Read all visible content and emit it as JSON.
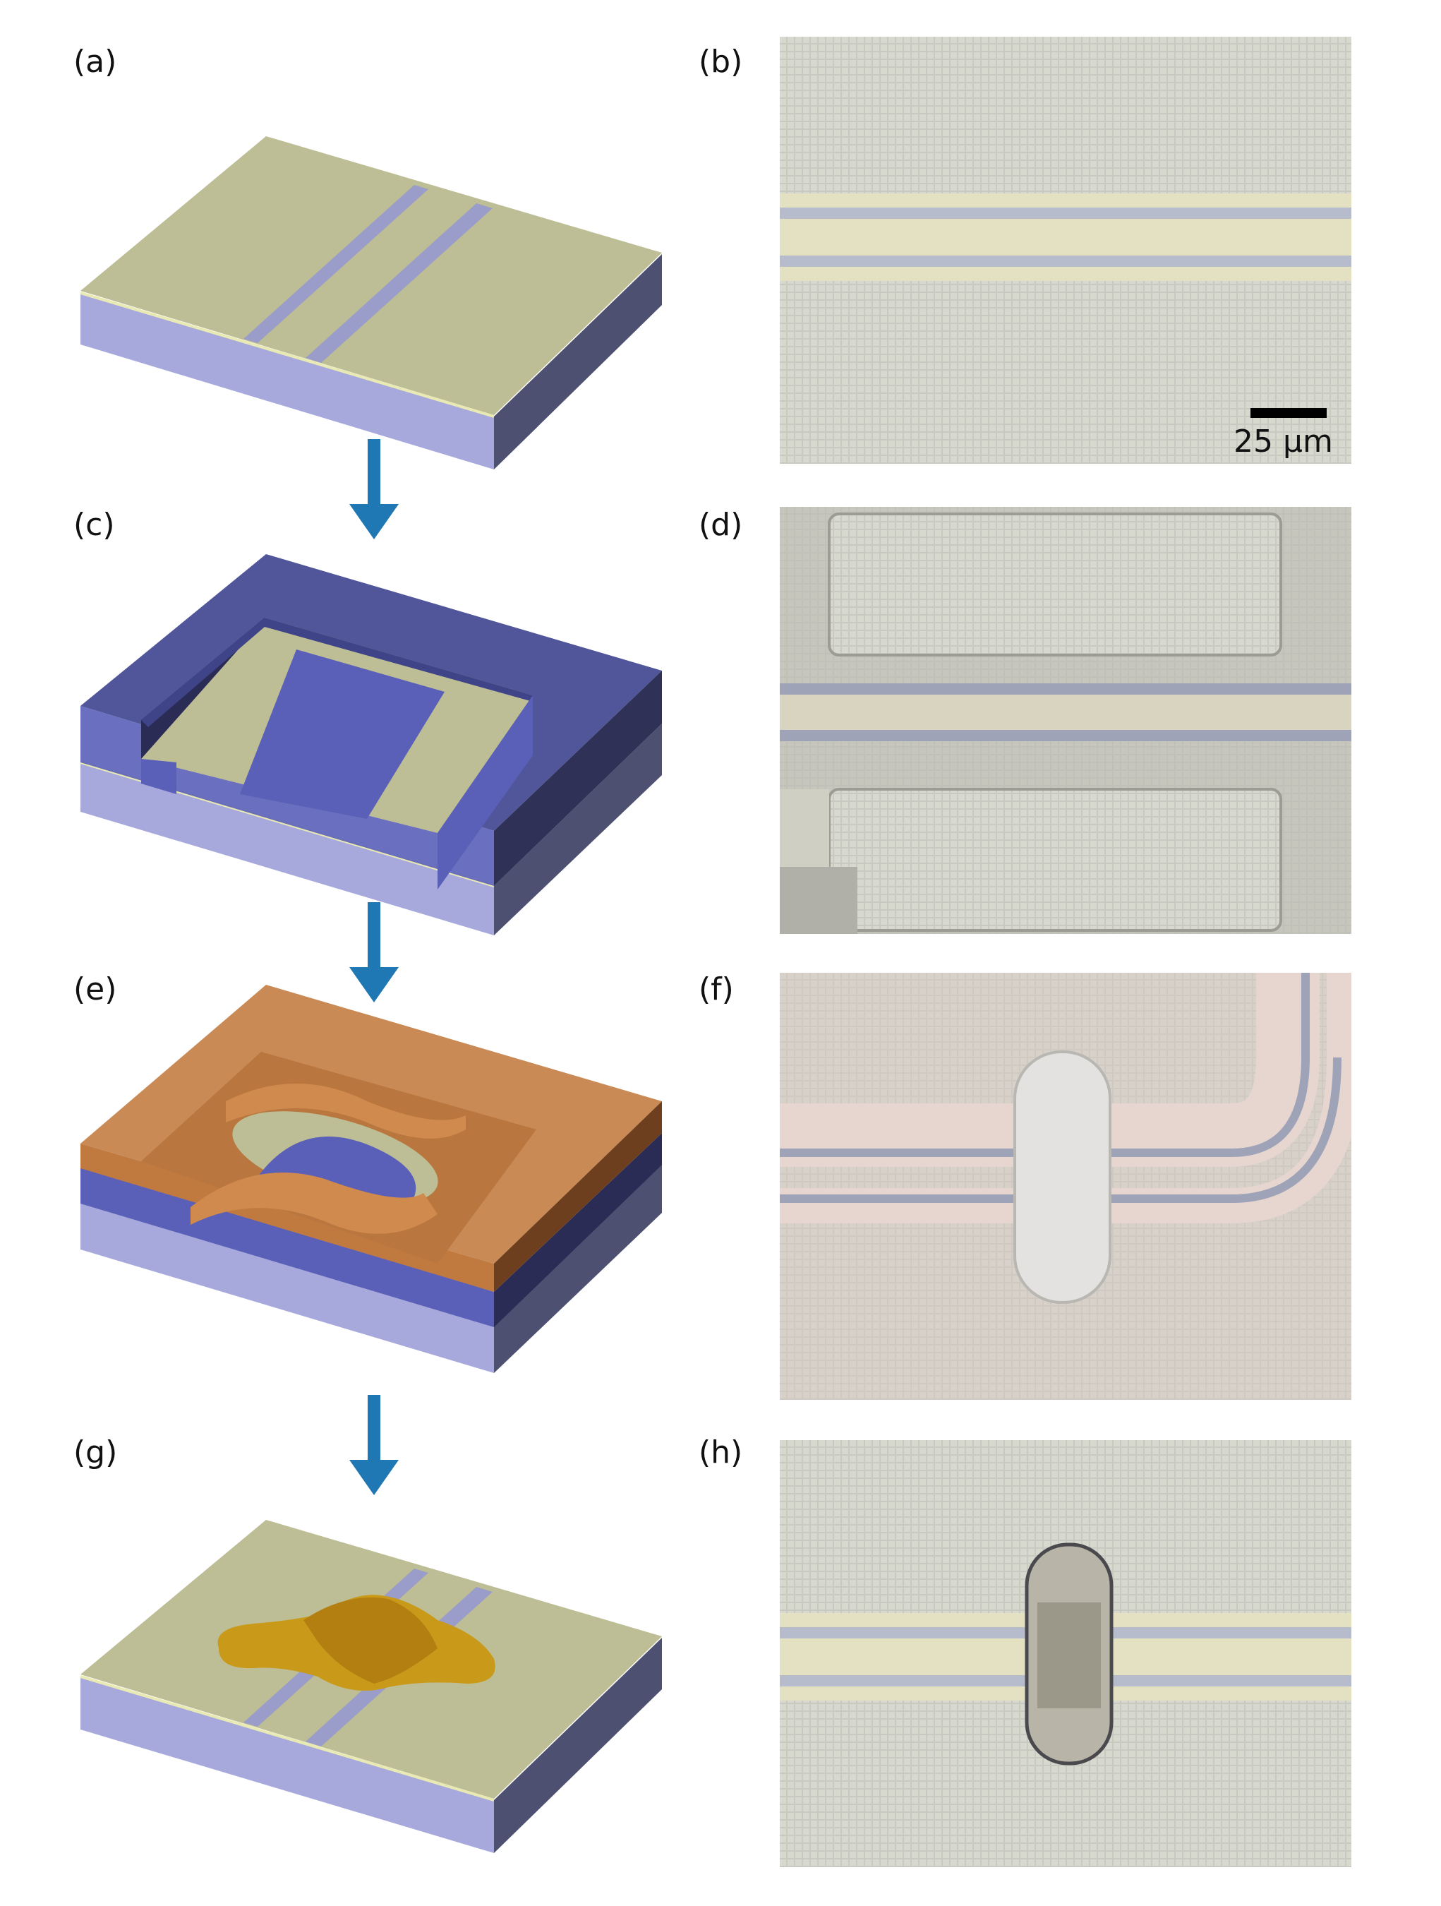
{
  "panels": {
    "a": "(a)",
    "b": "(b)",
    "c": "(c)",
    "d": "(d)",
    "e": "(e)",
    "f": "(f)",
    "g": "(g)",
    "h": "(h)"
  },
  "scale_bar": {
    "label": "25 µm"
  },
  "colors": {
    "substrate": "#a7a9dc",
    "substrate_side": "#4d5070",
    "metal_top": "#bdbe95",
    "metal_edge": "#e9e9b4",
    "gap": "#9a9cc9",
    "resist_blue": "#505699",
    "resist_blue_front": "#5a5fb8",
    "orange_resist": "#c98a55",
    "gold_bridge": "#c99a1a",
    "arrow": "#1f77b4",
    "micro_bg": "#cfcfc4",
    "micro_strip_yellow": "#e4e0c2",
    "micro_strip_blue": "#b7bccd"
  }
}
